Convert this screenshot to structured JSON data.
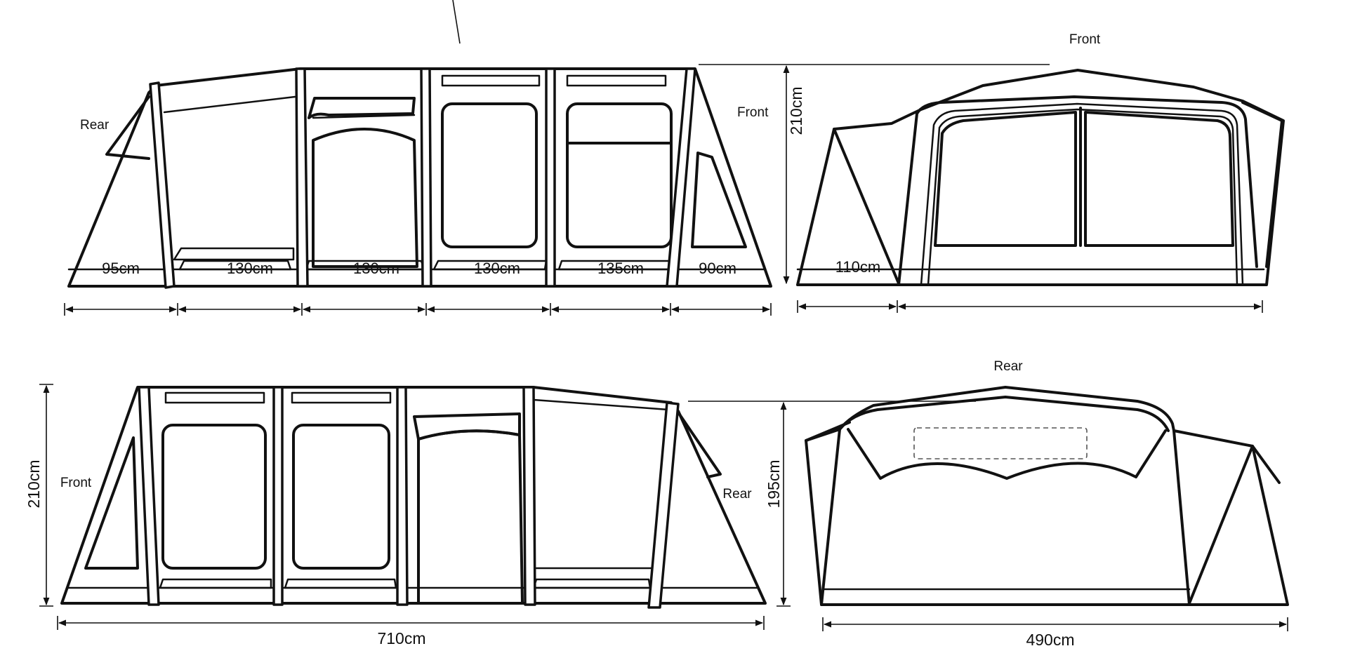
{
  "top_side": {
    "label_rear": "Rear",
    "label_front": "Front",
    "segments": [
      "95cm",
      "130cm",
      "130cm",
      "130cm",
      "135cm",
      "90cm"
    ],
    "height": "210cm"
  },
  "top_end": {
    "label_front": "Front",
    "porch_depth": "110cm"
  },
  "bottom_side": {
    "label_front": "Front",
    "label_rear": "Rear",
    "height": "210cm",
    "length": "710cm"
  },
  "bottom_end": {
    "label_rear": "Rear",
    "height": "195cm",
    "width": "490cm"
  },
  "colors": {
    "line": "#111111",
    "background": "#ffffff"
  }
}
